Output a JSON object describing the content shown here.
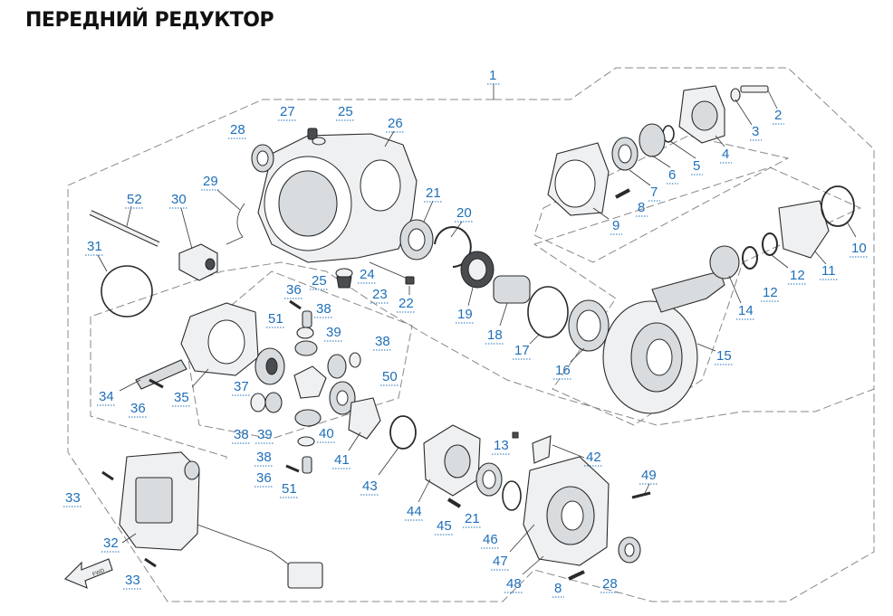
{
  "title": "ПЕРЕДНИЙ РЕДУКТОР",
  "callouts": [
    {
      "id": "c1",
      "label": "1"
    },
    {
      "id": "c2",
      "label": "2"
    },
    {
      "id": "c3",
      "label": "3"
    },
    {
      "id": "c4",
      "label": "4"
    },
    {
      "id": "c5",
      "label": "5"
    },
    {
      "id": "c6",
      "label": "6"
    },
    {
      "id": "c7",
      "label": "7"
    },
    {
      "id": "c8a",
      "label": "8"
    },
    {
      "id": "c9",
      "label": "9"
    },
    {
      "id": "c10",
      "label": "10"
    },
    {
      "id": "c11",
      "label": "11"
    },
    {
      "id": "c12a",
      "label": "12"
    },
    {
      "id": "c12b",
      "label": "12"
    },
    {
      "id": "c13",
      "label": "13"
    },
    {
      "id": "c14",
      "label": "14"
    },
    {
      "id": "c15",
      "label": "15"
    },
    {
      "id": "c16",
      "label": "16"
    },
    {
      "id": "c17",
      "label": "17"
    },
    {
      "id": "c18",
      "label": "18"
    },
    {
      "id": "c19",
      "label": "19"
    },
    {
      "id": "c20",
      "label": "20"
    },
    {
      "id": "c21a",
      "label": "21"
    },
    {
      "id": "c21b",
      "label": "21"
    },
    {
      "id": "c22",
      "label": "22"
    },
    {
      "id": "c23",
      "label": "23"
    },
    {
      "id": "c24",
      "label": "24"
    },
    {
      "id": "c25a",
      "label": "25"
    },
    {
      "id": "c25b",
      "label": "25"
    },
    {
      "id": "c26",
      "label": "26"
    },
    {
      "id": "c27",
      "label": "27"
    },
    {
      "id": "c28a",
      "label": "28"
    },
    {
      "id": "c28b",
      "label": "28"
    },
    {
      "id": "c29",
      "label": "29"
    },
    {
      "id": "c30",
      "label": "30"
    },
    {
      "id": "c31",
      "label": "31"
    },
    {
      "id": "c32",
      "label": "32"
    },
    {
      "id": "c33a",
      "label": "33"
    },
    {
      "id": "c33b",
      "label": "33"
    },
    {
      "id": "c34",
      "label": "34"
    },
    {
      "id": "c35",
      "label": "35"
    },
    {
      "id": "c36a",
      "label": "36"
    },
    {
      "id": "c36b",
      "label": "36"
    },
    {
      "id": "c36c",
      "label": "36"
    },
    {
      "id": "c37",
      "label": "37"
    },
    {
      "id": "c38a",
      "label": "38"
    },
    {
      "id": "c38b",
      "label": "38"
    },
    {
      "id": "c38c",
      "label": "38"
    },
    {
      "id": "c38d",
      "label": "38"
    },
    {
      "id": "c39a",
      "label": "39"
    },
    {
      "id": "c39b",
      "label": "39"
    },
    {
      "id": "c40",
      "label": "40"
    },
    {
      "id": "c41",
      "label": "41"
    },
    {
      "id": "c42",
      "label": "42"
    },
    {
      "id": "c43",
      "label": "43"
    },
    {
      "id": "c44",
      "label": "44"
    },
    {
      "id": "c45",
      "label": "45"
    },
    {
      "id": "c46",
      "label": "46"
    },
    {
      "id": "c47",
      "label": "47"
    },
    {
      "id": "c48",
      "label": "48"
    },
    {
      "id": "c49",
      "label": "49"
    },
    {
      "id": "c50",
      "label": "50"
    },
    {
      "id": "c51a",
      "label": "51"
    },
    {
      "id": "c51b",
      "label": "51"
    },
    {
      "id": "c52",
      "label": "52"
    },
    {
      "id": "c8b",
      "label": "8"
    }
  ],
  "front_arrow_label": "FWD",
  "colors": {
    "callout": "#1f6fb8",
    "line": "#2a2a2a",
    "boundary": "#888888"
  }
}
